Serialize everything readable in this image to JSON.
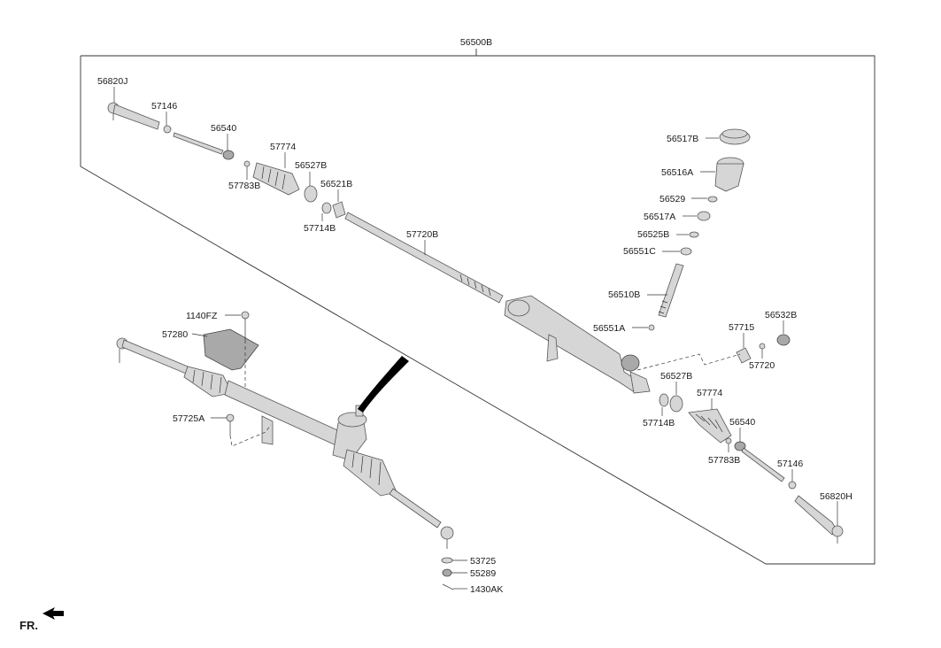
{
  "frame_label": "56500B",
  "fr_label": "FR.",
  "labels": {
    "l_56820J": "56820J",
    "l_57146a": "57146",
    "l_56540a": "56540",
    "l_57774a": "57774",
    "l_56527Ba": "56527B",
    "l_57783Ba": "57783B",
    "l_56521B": "56521B",
    "l_57714Ba": "57714B",
    "l_57720B": "57720B",
    "l_56517B": "56517B",
    "l_56516A": "56516A",
    "l_56529": "56529",
    "l_56517A": "56517A",
    "l_56525B": "56525B",
    "l_56551C": "56551C",
    "l_56510B": "56510B",
    "l_56551A": "56551A",
    "l_56532B": "56532B",
    "l_57715": "57715",
    "l_57720": "57720",
    "l_56527Bb": "56527B",
    "l_57774b": "57774",
    "l_57714Bb": "57714B",
    "l_56540b": "56540",
    "l_57783Bb": "57783B",
    "l_57146b": "57146",
    "l_56820H": "56820H",
    "l_1140FZ": "1140FZ",
    "l_57280": "57280",
    "l_57725A": "57725A",
    "l_53725": "53725",
    "l_55289": "55289",
    "l_1430AK": "1430AK"
  }
}
